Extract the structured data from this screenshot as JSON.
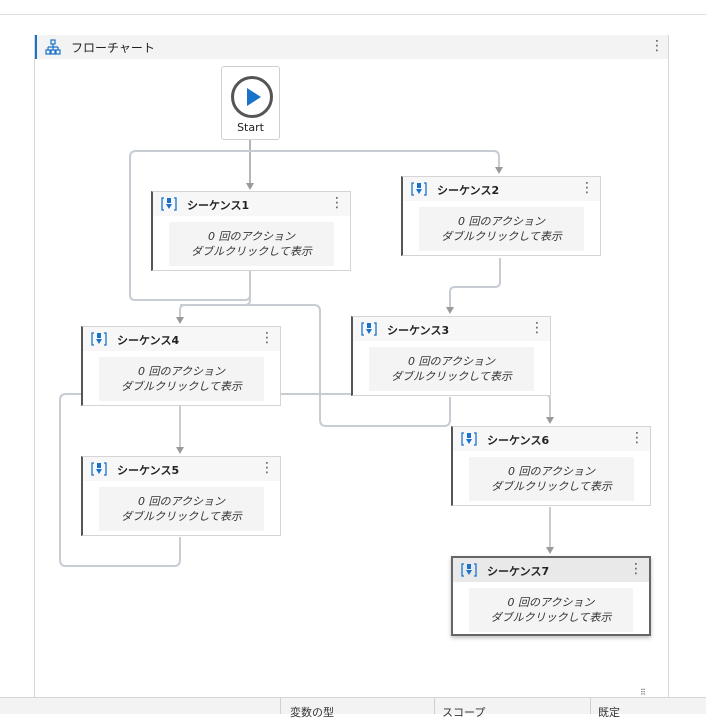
{
  "panel": {
    "title": "フローチャート",
    "menu_icon": "vertical-ellipsis-icon"
  },
  "start": {
    "label": "Start"
  },
  "sequences": {
    "s1": {
      "name": "シーケンス1",
      "line1": "0 回のアクション",
      "line2": "ダブルクリックして表示"
    },
    "s2": {
      "name": "シーケンス2",
      "line1": "0 回のアクション",
      "line2": "ダブルクリックして表示"
    },
    "s3": {
      "name": "シーケンス3",
      "line1": "0 回のアクション",
      "line2": "ダブルクリックして表示"
    },
    "s4": {
      "name": "シーケンス4",
      "line1": "0 回のアクション",
      "line2": "ダブルクリックして表示"
    },
    "s5": {
      "name": "シーケンス5",
      "line1": "0 回のアクション",
      "line2": "ダブルクリックして表示"
    },
    "s6": {
      "name": "シーケンス6",
      "line1": "0 回のアクション",
      "line2": "ダブルクリックして表示"
    },
    "s7": {
      "name": "シーケンス7",
      "line1": "0 回のアクション",
      "line2": "ダブルクリックして表示"
    }
  },
  "bottom": {
    "col1": "変数の型",
    "col2": "スコープ",
    "col3": "既定"
  },
  "colors": {
    "accent": "#1a73c9",
    "connector": "#c7cdd3",
    "arrow": "#9a9a9a"
  }
}
